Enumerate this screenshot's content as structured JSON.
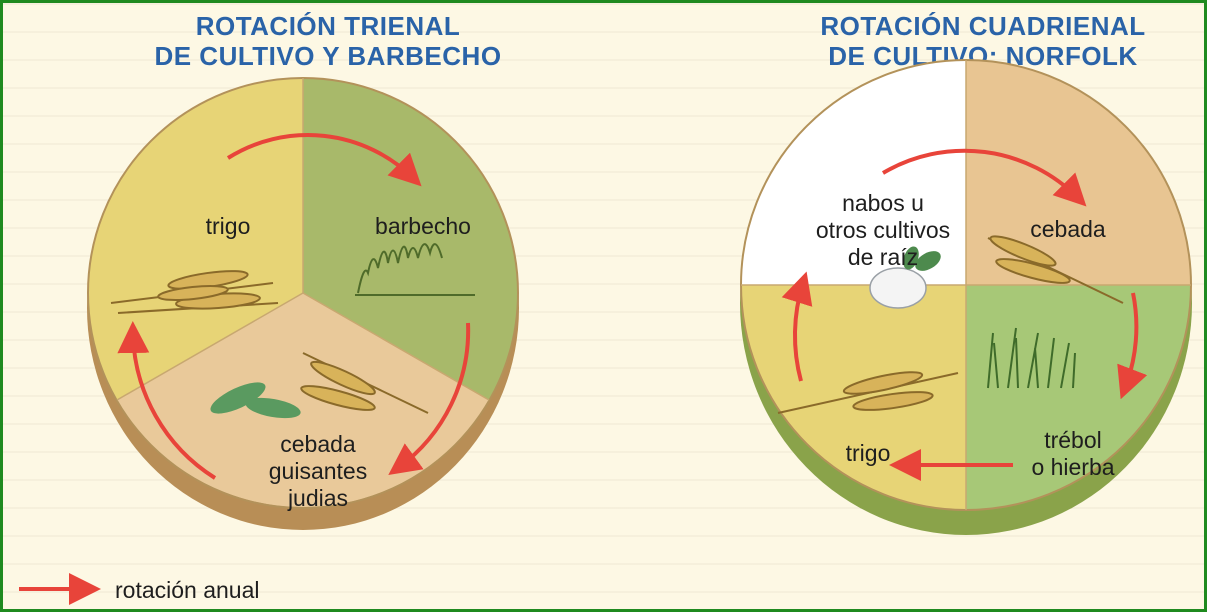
{
  "left_diagram": {
    "title_lines": [
      "ROTACIÓN TRIENAL",
      "DE CULTIVO Y BARBECHO"
    ],
    "sections": [
      {
        "label": "trigo",
        "color": "#e7d476"
      },
      {
        "label": "barbecho",
        "color": "#a8b96a"
      },
      {
        "label_lines": [
          "cebada",
          "guisantes",
          "judias"
        ],
        "color": "#e9c99a"
      }
    ]
  },
  "right_diagram": {
    "title_lines": [
      "ROTACIÓN CUADRIENAL",
      "DE CULTIVO: NORFOLK"
    ],
    "sections": [
      {
        "label_lines": [
          "nabos u",
          "otros cultivos",
          "de raíz"
        ],
        "color": "#ffffff"
      },
      {
        "label": "cebada",
        "color": "#e8c592"
      },
      {
        "label_lines": [
          "trébol",
          "o hierba"
        ],
        "color": "#a7c877"
      },
      {
        "label": "trigo",
        "color": "#e7d476"
      }
    ]
  },
  "legend": {
    "label": "rotación anual",
    "arrow_color": "#e8443a"
  }
}
